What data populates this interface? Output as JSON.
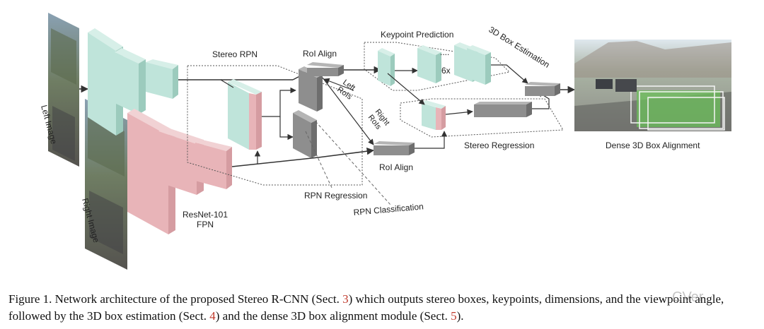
{
  "figure": {
    "labels": {
      "left_image": "Left Image",
      "right_image": "Right Image",
      "stereo_rpn": "Stereo RPN",
      "roi_align_top": "RoI Align",
      "roi_align_bottom": "RoI Align",
      "left_rois_1": "Left",
      "left_rois_2": "RoIs",
      "right_rois_1": "Right",
      "right_rois_2": "RoIs",
      "keypoint_prediction": "Keypoint Prediction",
      "repeat": "6x",
      "ellipsis": "....",
      "box_estimation": "3D Box Estimation",
      "stereo_regression": "Stereo Regression",
      "dense_alignment": "Dense 3D Box Alignment",
      "resnet_1": "ResNet-101",
      "resnet_2": "FPN",
      "rpn_regression": "RPN Regression",
      "rpn_classification": "RPN Classification"
    },
    "colors": {
      "teal": "#bfe4da",
      "pink": "#e8b4b8",
      "gray": "#8e8e8e"
    }
  },
  "caption": {
    "part1": "Figure 1. Network architecture of the proposed Stereo R-CNN (Sect. ",
    "ref1": "3",
    "part2": ") which outputs stereo boxes, keypoints, dimensions, and the viewpoint angle, followed by the 3D box estimation (Sect. ",
    "ref2": "4",
    "part3": ") and the dense 3D box alignment module (Sect. ",
    "ref3": "5",
    "part4": ")."
  },
  "watermark": "CVer"
}
